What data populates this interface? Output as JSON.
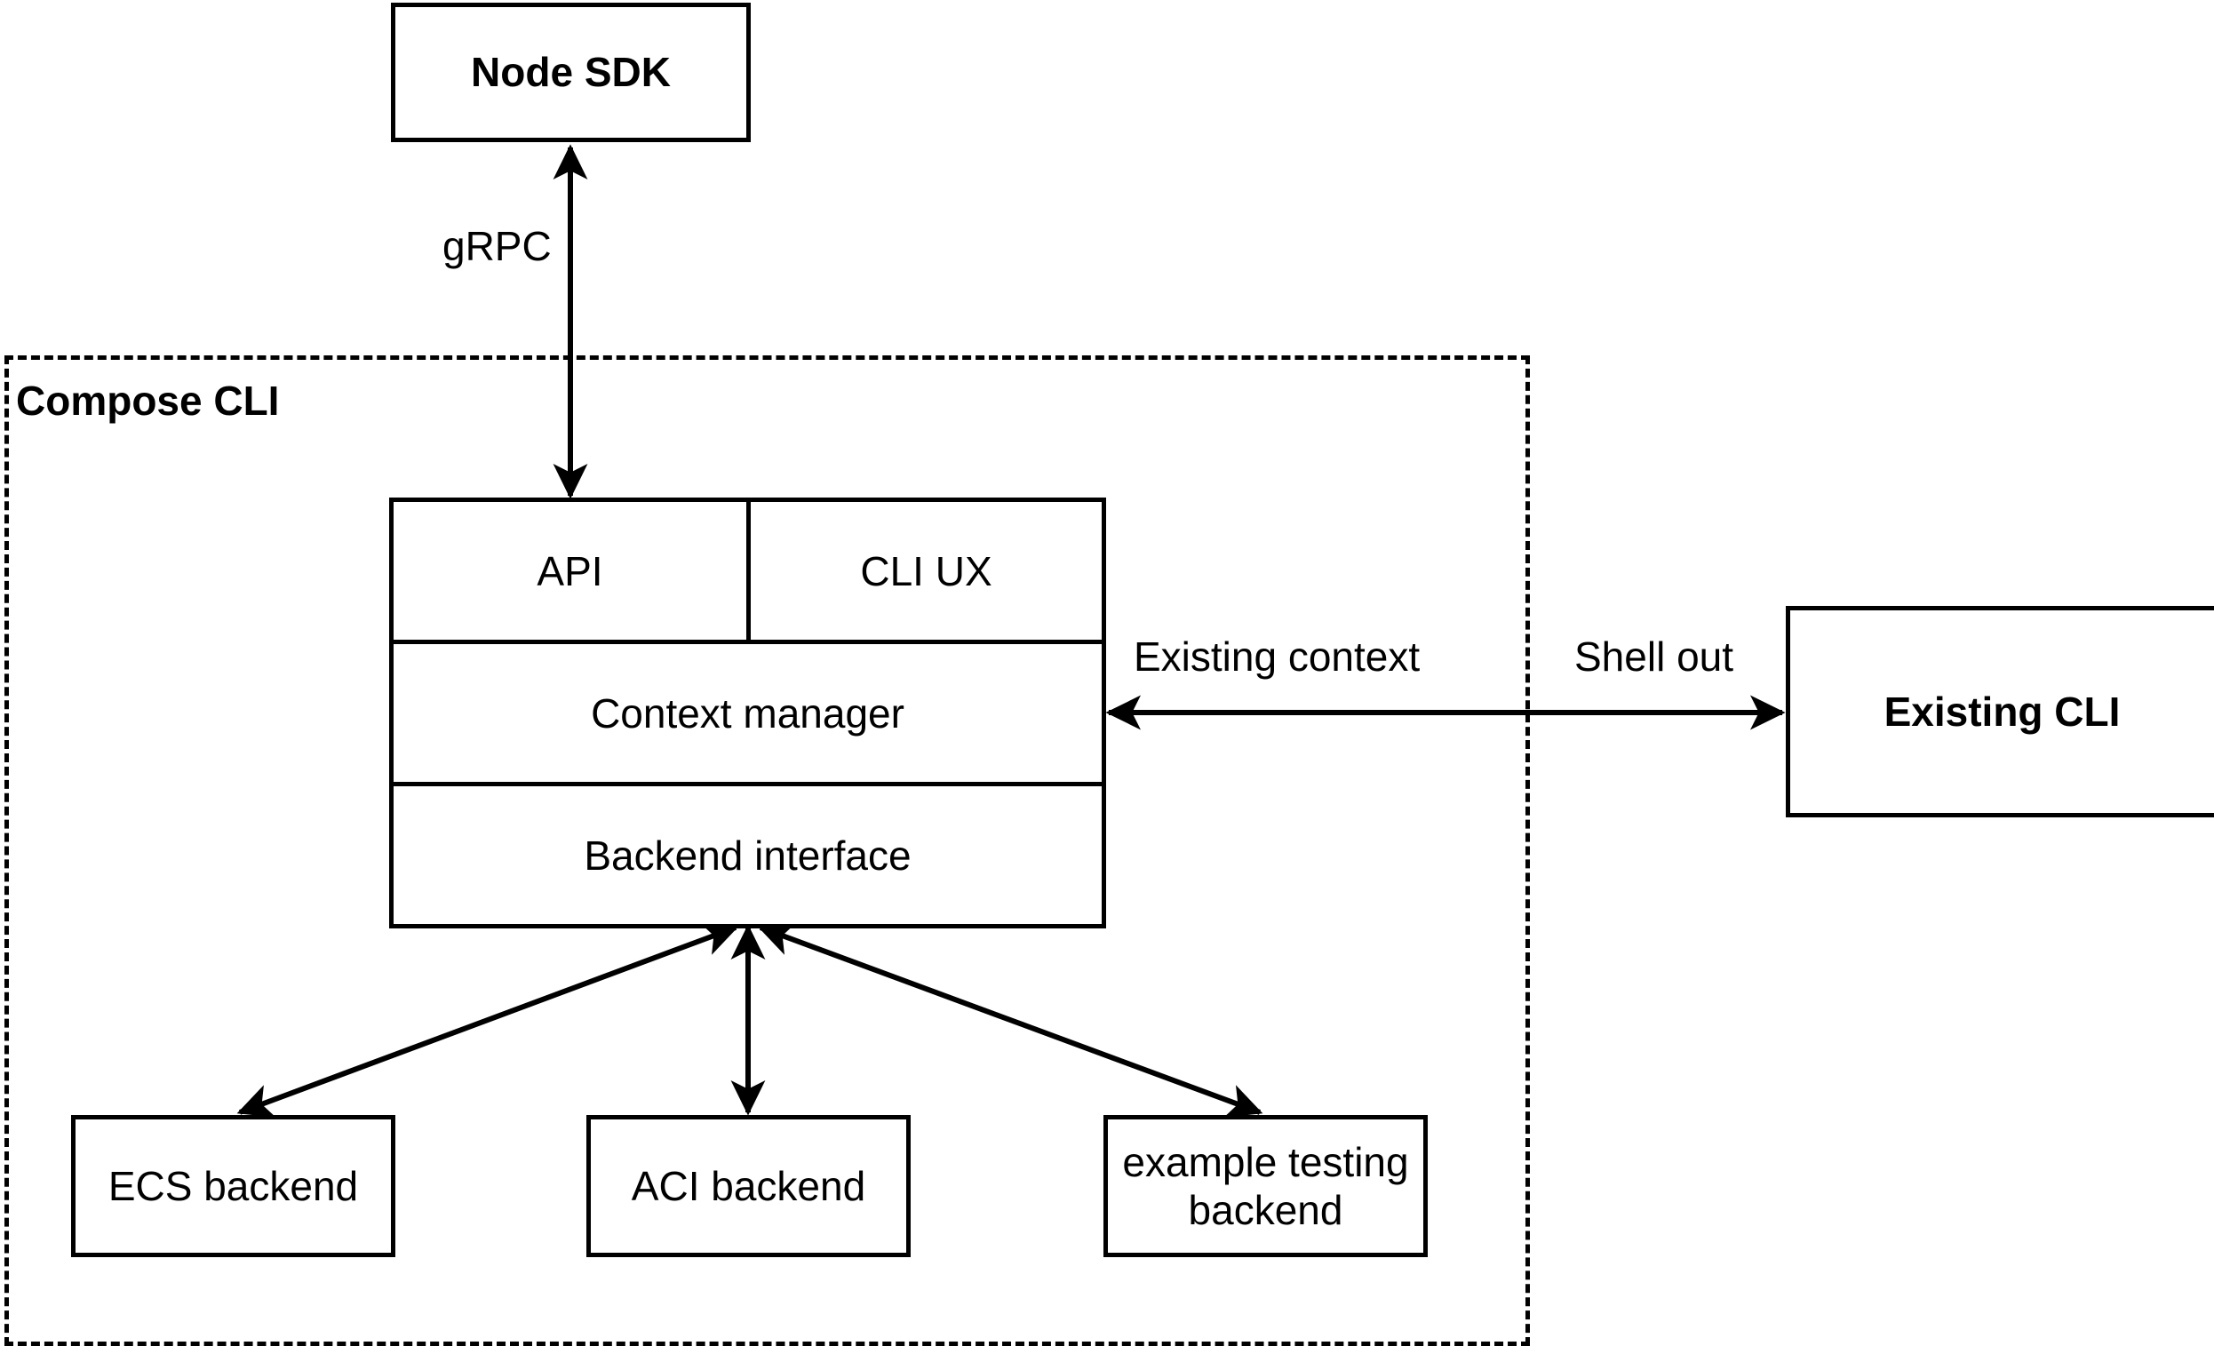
{
  "diagram": {
    "title_text": "",
    "stroke_color": "#000000",
    "background_color": "#ffffff",
    "nodes": {
      "node_sdk": {
        "label": "Node SDK",
        "bold": true
      },
      "existing_cli": {
        "label": "Existing CLI",
        "bold": true
      },
      "api": {
        "label": "API",
        "bold": false
      },
      "cli_ux": {
        "label": "CLI UX",
        "bold": false
      },
      "context_manager": {
        "label": "Context manager",
        "bold": false
      },
      "backend_interface": {
        "label": "Backend interface",
        "bold": false
      },
      "ecs_backend": {
        "label": "ECS backend",
        "bold": false
      },
      "aci_backend": {
        "label": "ACI backend",
        "bold": false
      },
      "example_testing_backend_line1": "example testing",
      "example_testing_backend_line2": "backend"
    },
    "region": {
      "compose_cli_label": "Compose CLI"
    },
    "edges": {
      "grpc": {
        "label": "gRPC",
        "direction": "bidirectional"
      },
      "existing_context": {
        "label": "Existing context",
        "direction": "bidirectional"
      },
      "shell_out": {
        "label": "Shell out",
        "direction": "bidirectional"
      },
      "ecs_link": {
        "label": "",
        "direction": "bidirectional"
      },
      "aci_link": {
        "label": "",
        "direction": "bidirectional"
      },
      "example_link": {
        "label": "",
        "direction": "bidirectional"
      }
    }
  }
}
